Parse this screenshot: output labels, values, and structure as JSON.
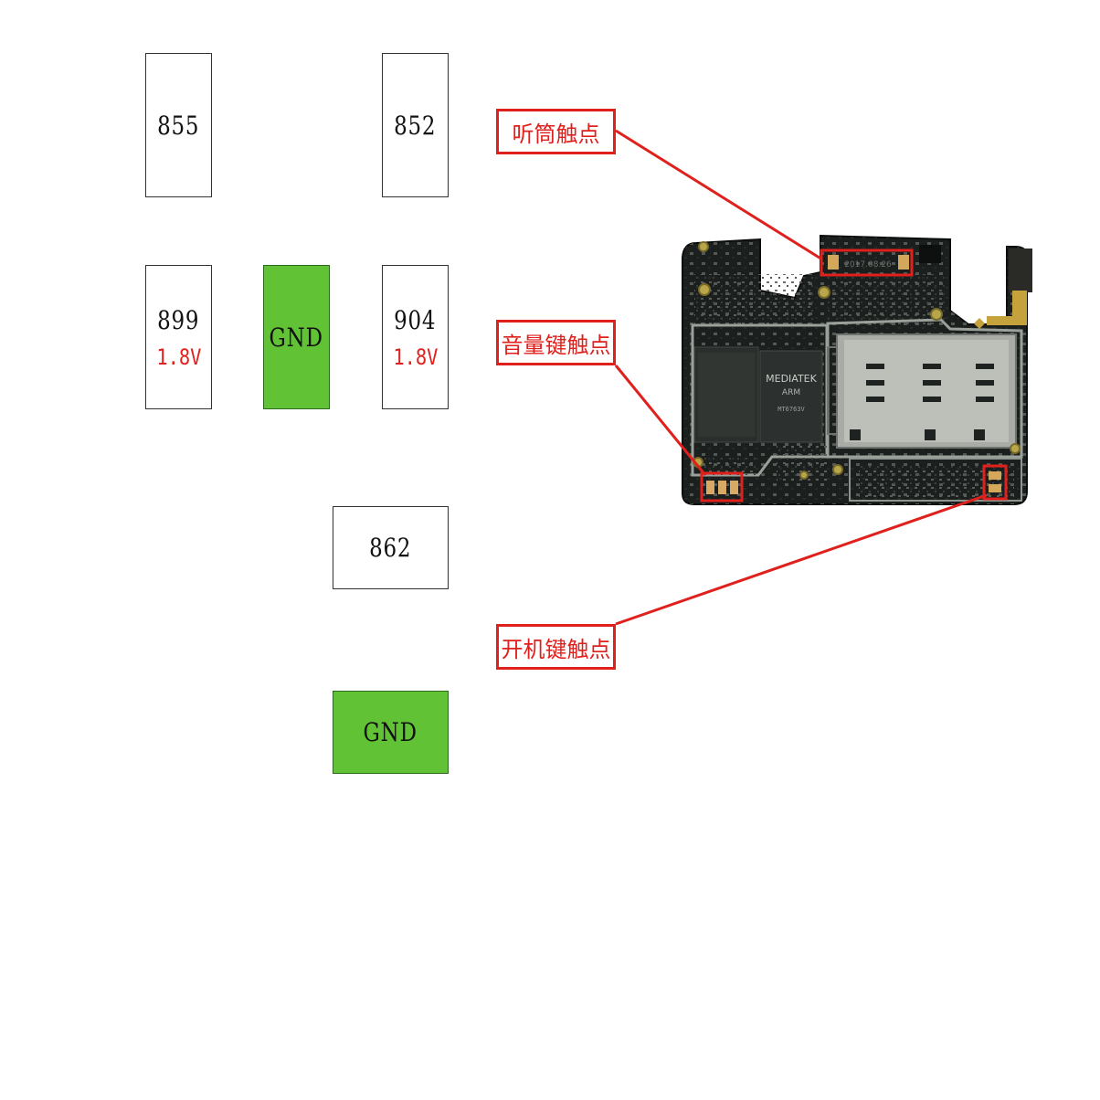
{
  "pads": {
    "p855": {
      "label": "855",
      "voltage": ""
    },
    "p852": {
      "label": "852",
      "voltage": ""
    },
    "p899": {
      "label": "899",
      "voltage": "1.8V"
    },
    "gnd1": {
      "label": "GND"
    },
    "p904": {
      "label": "904",
      "voltage": "1.8V"
    },
    "p862": {
      "label": "862"
    },
    "gnd2": {
      "label": "GND"
    }
  },
  "callouts": {
    "earpiece": "听筒触点",
    "volume": "音量键触点",
    "power": "开机键触点"
  },
  "board": {
    "soc_label": "MEDIATEK",
    "soc_sub": "ARM",
    "soc_part": "MT6763V",
    "date_code": "2017.08.26"
  },
  "colors": {
    "callout_red": "#e0201c",
    "gnd_green": "#62c236"
  }
}
